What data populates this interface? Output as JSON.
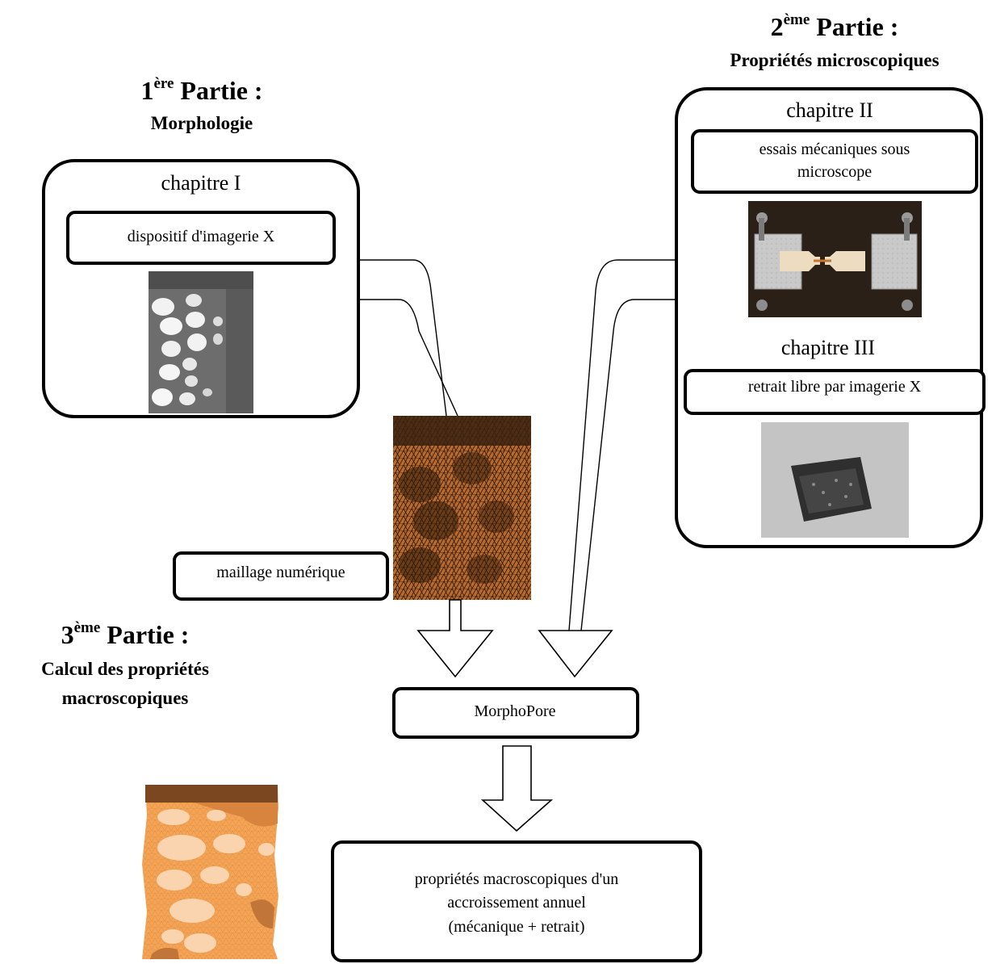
{
  "part1": {
    "num": "1",
    "sup": "ère",
    "title": " Partie :",
    "subtitle": "Morphologie"
  },
  "part2": {
    "num": "2",
    "sup": "ème",
    "title": " Partie :",
    "subtitle": "Propriétés microscopiques"
  },
  "part3": {
    "num": "3",
    "sup": "ème",
    "title": " Partie :",
    "subtitle_line1": "Calcul des propriétés",
    "subtitle_line2": "macroscopiques"
  },
  "chapter1": {
    "label": "chapitre I",
    "box": "dispositif d'imagerie X"
  },
  "chapter2": {
    "label": "chapitre II",
    "box_line1": "essais mécaniques sous",
    "box_line2": "microscope"
  },
  "chapter3": {
    "label": "chapitre III",
    "box": "retrait libre par imagerie X"
  },
  "mesh": {
    "label": "maillage numérique"
  },
  "software": {
    "label": "MorphoPore"
  },
  "result": {
    "line1": "propriétés macroscopiques d'un",
    "line2": "accroissement annuel",
    "line3": "(mécanique + retrait)"
  },
  "colors": {
    "mesh_dark": "#2a1708",
    "mesh_orange": "#c97a3a",
    "result_orange": "#f4a456",
    "result_light": "#f9d4ae",
    "result_brown": "#6b3c1c"
  }
}
